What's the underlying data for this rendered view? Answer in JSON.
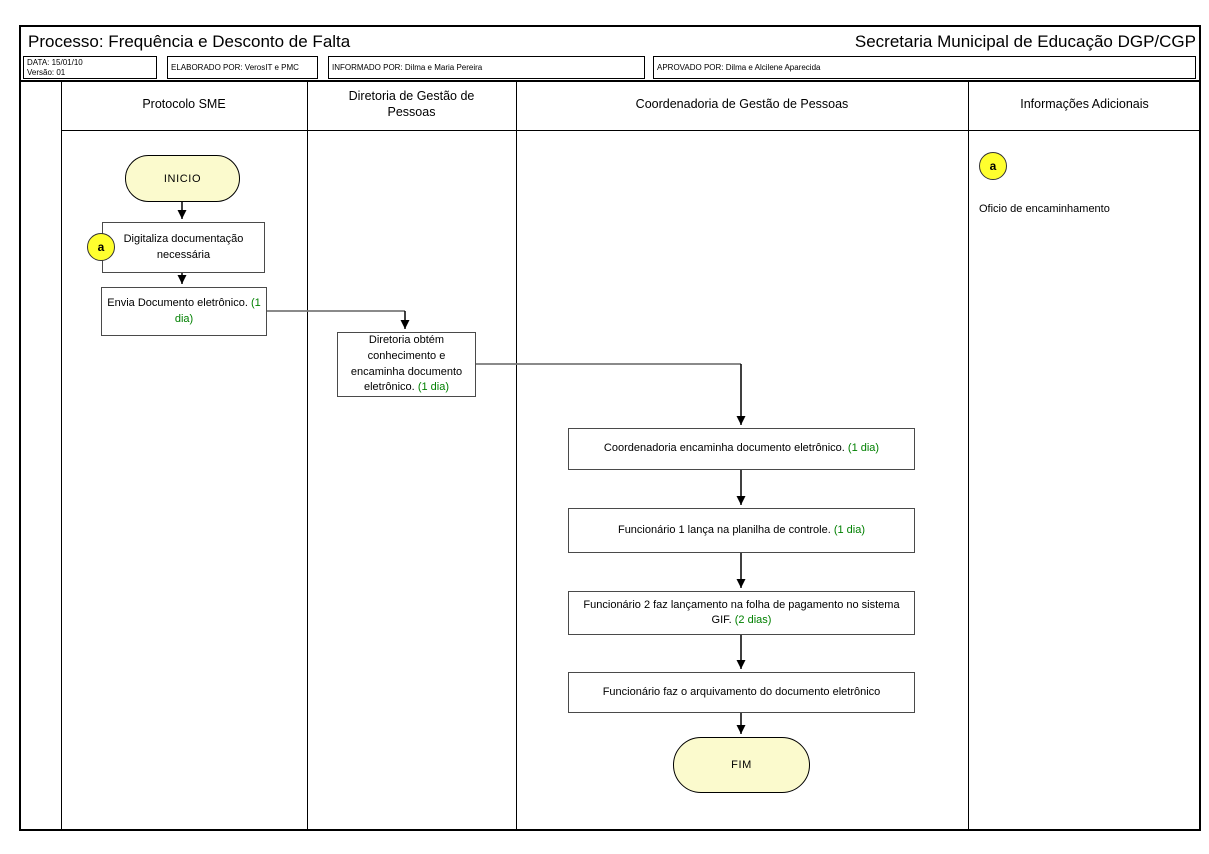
{
  "header": {
    "process_title": "Processo: Frequência e Desconto de Falta",
    "org_title": "Secretaria Municipal de Educação DGP/CGP",
    "meta": [
      {
        "line1": "DATA: 15/01/10",
        "line2": "Versão: 01"
      },
      {
        "line1": "ELABORADO POR: VerosIT e PMC"
      },
      {
        "line1": "INFORMADO POR: Dilma e Maria Pereira"
      },
      {
        "line1": "APROVADO POR: Dilma e Alcilene Aparecida"
      }
    ]
  },
  "lanes": [
    {
      "label": "Protocolo SME"
    },
    {
      "label": "Diretoria de Gestão de Pessoas"
    },
    {
      "label": "Coordenadoria de Gestão de Pessoas"
    },
    {
      "label": "Informações Adicionais"
    }
  ],
  "nodes": {
    "inicio": {
      "type": "start",
      "label": "INICIO"
    },
    "digitaliza": {
      "type": "task",
      "text": "Digitaliza documentação necessária",
      "annotation": "a"
    },
    "envia": {
      "type": "task",
      "text": "Envia Documento eletrônico.",
      "duration": "(1 dia)"
    },
    "diretoria": {
      "type": "task",
      "text": "Diretoria obtém conhecimento e encaminha documento eletrônico.",
      "duration": "(1 dia)"
    },
    "coordenadoria_encaminha": {
      "type": "task",
      "text": "Coordenadoria encaminha documento eletrônico.",
      "duration": "(1 dia)"
    },
    "funcionario_1": {
      "type": "task",
      "text": "Funcionário 1 lança na planilha de controle.",
      "duration": "(1 dia)"
    },
    "funcionario_2": {
      "type": "task",
      "text": "Funcionário 2 faz lançamento na folha de pagamento no sistema GIF.",
      "duration": "(2 dias)"
    },
    "arquivamento": {
      "type": "task",
      "text": "Funcionário faz o arquivamento do documento eletrônico"
    },
    "fim": {
      "type": "end",
      "label": "FIM"
    },
    "marker_a": {
      "label": "a"
    },
    "note_a": {
      "marker": "a",
      "text": "Oficio de encaminhamento"
    }
  },
  "edges": [
    {
      "from": "inicio",
      "to": "digitaliza"
    },
    {
      "from": "digitaliza",
      "to": "envia"
    },
    {
      "from": "envia",
      "to": "diretoria"
    },
    {
      "from": "diretoria",
      "to": "coordenadoria_encaminha"
    },
    {
      "from": "coordenadoria_encaminha",
      "to": "funcionario_1"
    },
    {
      "from": "funcionario_1",
      "to": "funcionario_2"
    },
    {
      "from": "funcionario_2",
      "to": "arquivamento"
    },
    {
      "from": "arquivamento",
      "to": "fim"
    }
  ],
  "colors": {
    "terminator_fill": "#FBFACD",
    "annotation_marker_fill": "#FFFF2E",
    "duration_text": "#008000",
    "task_border": "#4A4A4A",
    "connector_gray": "#7A7A7A",
    "grid_border": "#000000"
  }
}
